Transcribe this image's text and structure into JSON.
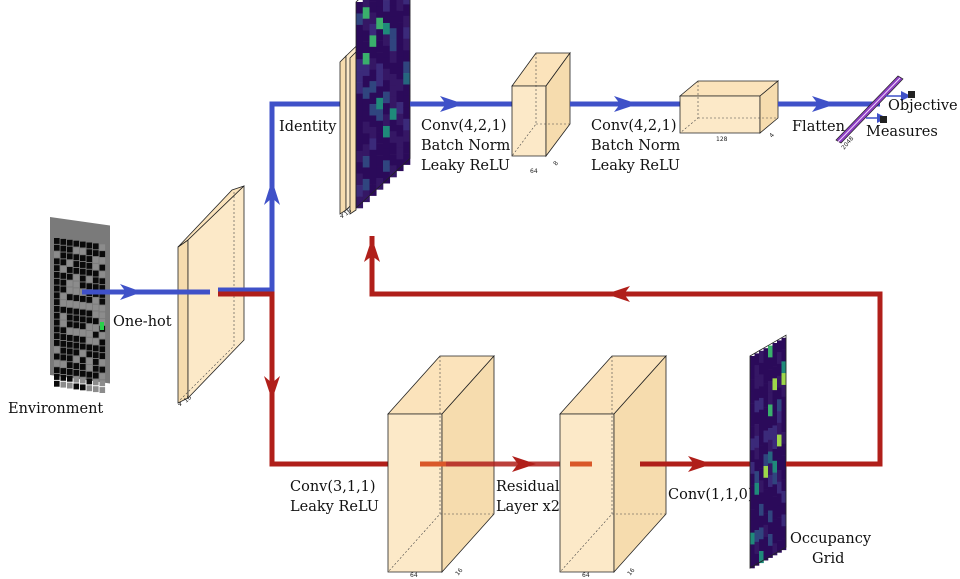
{
  "diagram": {
    "labels": {
      "environment": "Environment",
      "one_hot": "One-hot",
      "identity": "Identity",
      "conv1": [
        "Conv(4,2,1)",
        "Batch Norm",
        "Leaky ReLU"
      ],
      "conv2": [
        "Conv(4,2,1)",
        "Batch Norm",
        "Leaky ReLU"
      ],
      "flatten": "Flatten",
      "objective": "Objective",
      "measures": "Measures",
      "conv311": [
        "Conv(3,1,1)",
        "Leaky ReLU"
      ],
      "residual": [
        "Residual",
        "Layer x2"
      ],
      "conv110": "Conv(1,1,0)",
      "occupancy": [
        "Occupancy",
        "Grid"
      ]
    },
    "dims": {
      "input_block": [
        "4",
        "16"
      ],
      "identity_block": [
        "4",
        "16"
      ],
      "conv1_block": [
        "64",
        "8"
      ],
      "conv2_block": [
        "128",
        "4"
      ],
      "flatten_block": "2048",
      "conv311_block": [
        "64",
        "16"
      ],
      "residual_block": [
        "64",
        "16"
      ]
    },
    "colors": {
      "blue_path": "#3f51c8",
      "red_path": "#b01f1a",
      "tensor_fill": "#fce9c8"
    }
  }
}
